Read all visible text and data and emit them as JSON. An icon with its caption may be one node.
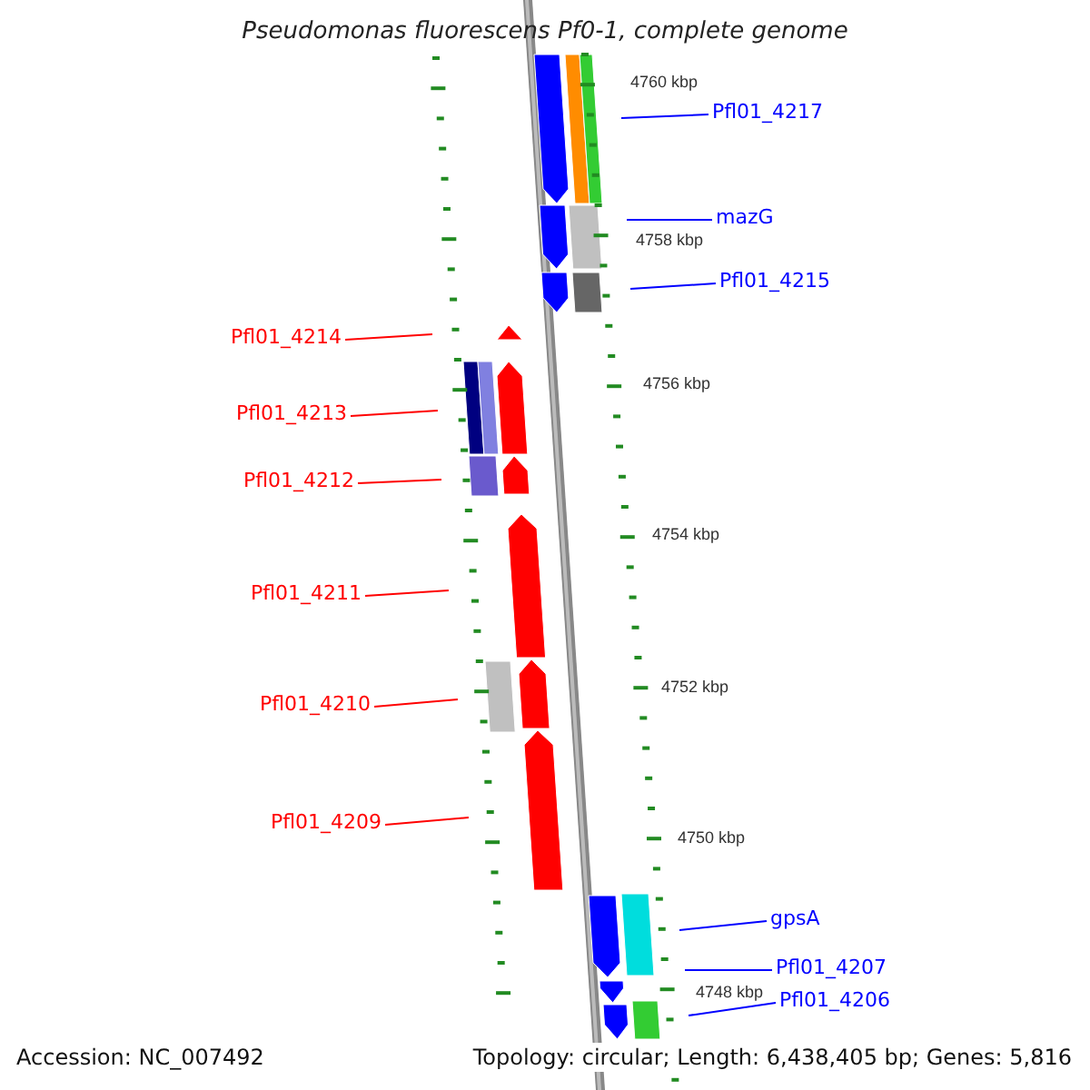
{
  "diagram": {
    "title": "Pseudomonas fluorescens Pf0-1, complete genome",
    "nodes": [
      {
        "text": [
          "Pfl01_4217"
        ]
      },
      {
        "text": [
          "mazG"
        ]
      },
      {
        "text": [
          "Pfl01_4215"
        ]
      },
      {
        "text": [
          "Pfl01_4214"
        ]
      },
      {
        "text": [
          "Pfl01_4213"
        ]
      },
      {
        "text": [
          "Pfl01_4212"
        ]
      },
      {
        "text": [
          "Pfl01_4211"
        ]
      },
      {
        "text": [
          "Pfl01_4210"
        ]
      },
      {
        "text": [
          "Pfl01_4209"
        ]
      },
      {
        "text": [
          "gpsA"
        ]
      },
      {
        "text": [
          "Pfl01_4207"
        ]
      },
      {
        "text": [
          "Pfl01_4206"
        ]
      }
    ],
    "edges": [
      {
        "from": 0,
        "to": null,
        "arrow": "none",
        "color": "#0000ff"
      },
      {
        "from": 1,
        "to": null,
        "arrow": "none",
        "color": "#0000ff"
      },
      {
        "from": 2,
        "to": null,
        "arrow": "none",
        "color": "#0000ff"
      },
      {
        "from": 3,
        "to": null,
        "arrow": "none",
        "color": "#ff0000"
      },
      {
        "from": 4,
        "to": null,
        "arrow": "none",
        "color": "#ff0000"
      },
      {
        "from": 5,
        "to": null,
        "arrow": "none",
        "color": "#ff0000"
      },
      {
        "from": 6,
        "to": null,
        "arrow": "none",
        "color": "#ff0000"
      },
      {
        "from": 7,
        "to": null,
        "arrow": "none",
        "color": "#ff0000"
      },
      {
        "from": 8,
        "to": null,
        "arrow": "none",
        "color": "#ff0000"
      },
      {
        "from": 9,
        "to": null,
        "arrow": "none",
        "color": "#0000ff"
      },
      {
        "from": 10,
        "to": null,
        "arrow": "none",
        "color": "#0000ff"
      },
      {
        "from": 11,
        "to": null,
        "arrow": "none",
        "color": "#0000ff"
      }
    ],
    "labels": [
      "4760 kbp",
      "4758 kbp",
      "4756 kbp",
      "4754 kbp",
      "4752 kbp",
      "4750 kbp",
      "4748 kbp",
      "Accession: NC_007492",
      "Topology: circular; Length: 6,438,405 bp; Genes: 5,816"
    ]
  }
}
